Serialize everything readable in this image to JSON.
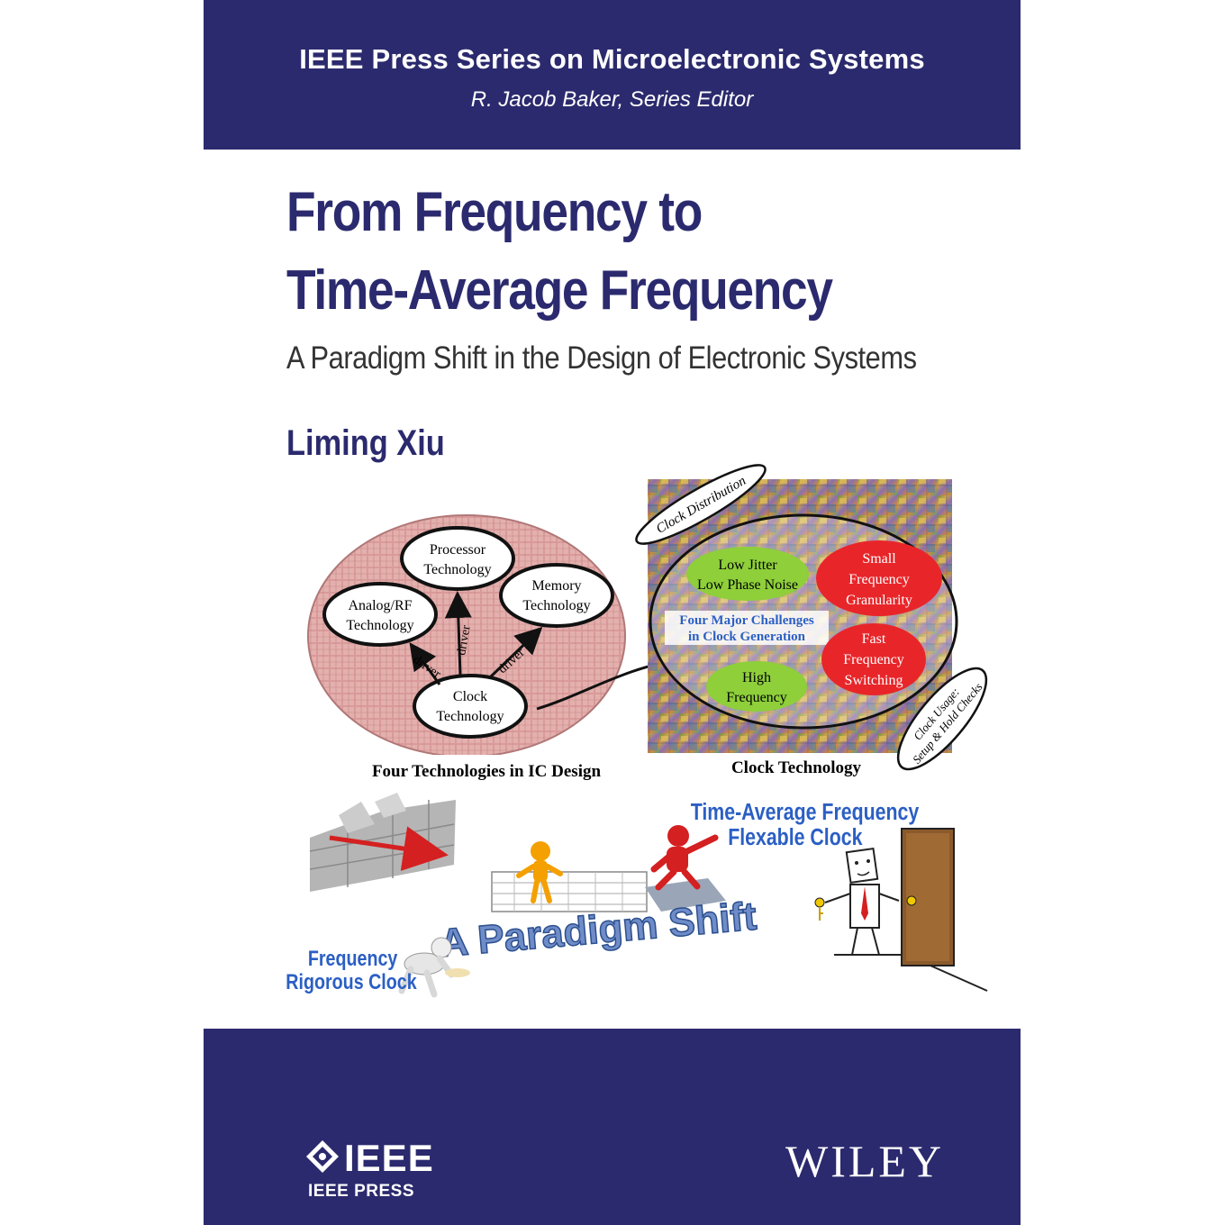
{
  "series": {
    "title": "IEEE Press Series on Microelectronic Systems",
    "editor": "R. Jacob Baker, Series Editor"
  },
  "book": {
    "title_line1": "From Frequency to",
    "title_line2": "Time-Average Frequency",
    "subtitle": "A Paradigm Shift in the Design of Electronic Systems",
    "author": "Liming Xiu"
  },
  "figure_left": {
    "nodes": {
      "processor": [
        "Processor",
        "Technology"
      ],
      "memory": [
        "Memory",
        "Technology"
      ],
      "analog": [
        "Analog/RF",
        "Technology"
      ],
      "clock": [
        "Clock",
        "Technology"
      ]
    },
    "driver_label": "driver",
    "caption": "Four Technologies in IC Design"
  },
  "figure_right": {
    "tag_distribution": "Clock Distribution",
    "tag_usage_1": "Clock Usage:",
    "tag_usage_2": "Setup & Hold Checks",
    "center_1": "Four Major Challenges",
    "center_2": "in Clock Generation",
    "low_jitter": [
      "Low Jitter",
      "Low Phase Noise"
    ],
    "small_freq": [
      "Small",
      "Frequency",
      "Granularity"
    ],
    "fast_freq": [
      "Fast",
      "Frequency",
      "Switching"
    ],
    "high_freq": [
      "High",
      "Frequency"
    ],
    "caption": "Clock Technology"
  },
  "figure_bottom": {
    "taf_1": "Time-Average Frequency",
    "taf_2": "Flexable Clock",
    "paradigm": "A Paradigm Shift",
    "freq_1": "Frequency",
    "freq_2": "Rigorous Clock"
  },
  "publisher": {
    "ieee": "IEEE",
    "ieee_press": "IEEE PRESS",
    "wiley": "WILEY"
  },
  "colors": {
    "navy": "#2b2a6e",
    "green": "#8ecf3a",
    "red": "#e8262a",
    "blue_text": "#2b5fc4"
  }
}
